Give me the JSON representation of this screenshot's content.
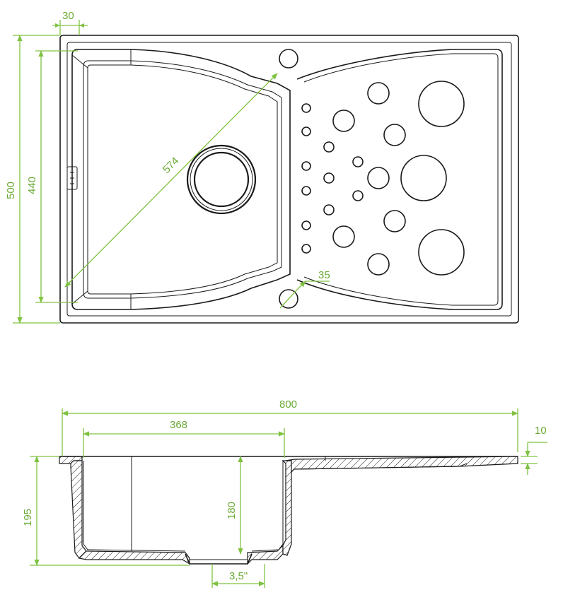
{
  "colors": {
    "dimension": "#7fc241",
    "line": "#1a1a1a",
    "background": "#ffffff"
  },
  "dimensions": {
    "rim_width": "30",
    "total_depth": "500",
    "bowl_depth": "440",
    "bowl_diagonal": "574",
    "tap_hole_diameter": "35",
    "total_width": "800",
    "bowl_width": "368",
    "drainer_thickness": "10",
    "total_height": "195",
    "bowl_height": "180",
    "waste_size": "3,5\""
  },
  "views": [
    "top-view",
    "side-section-view"
  ]
}
